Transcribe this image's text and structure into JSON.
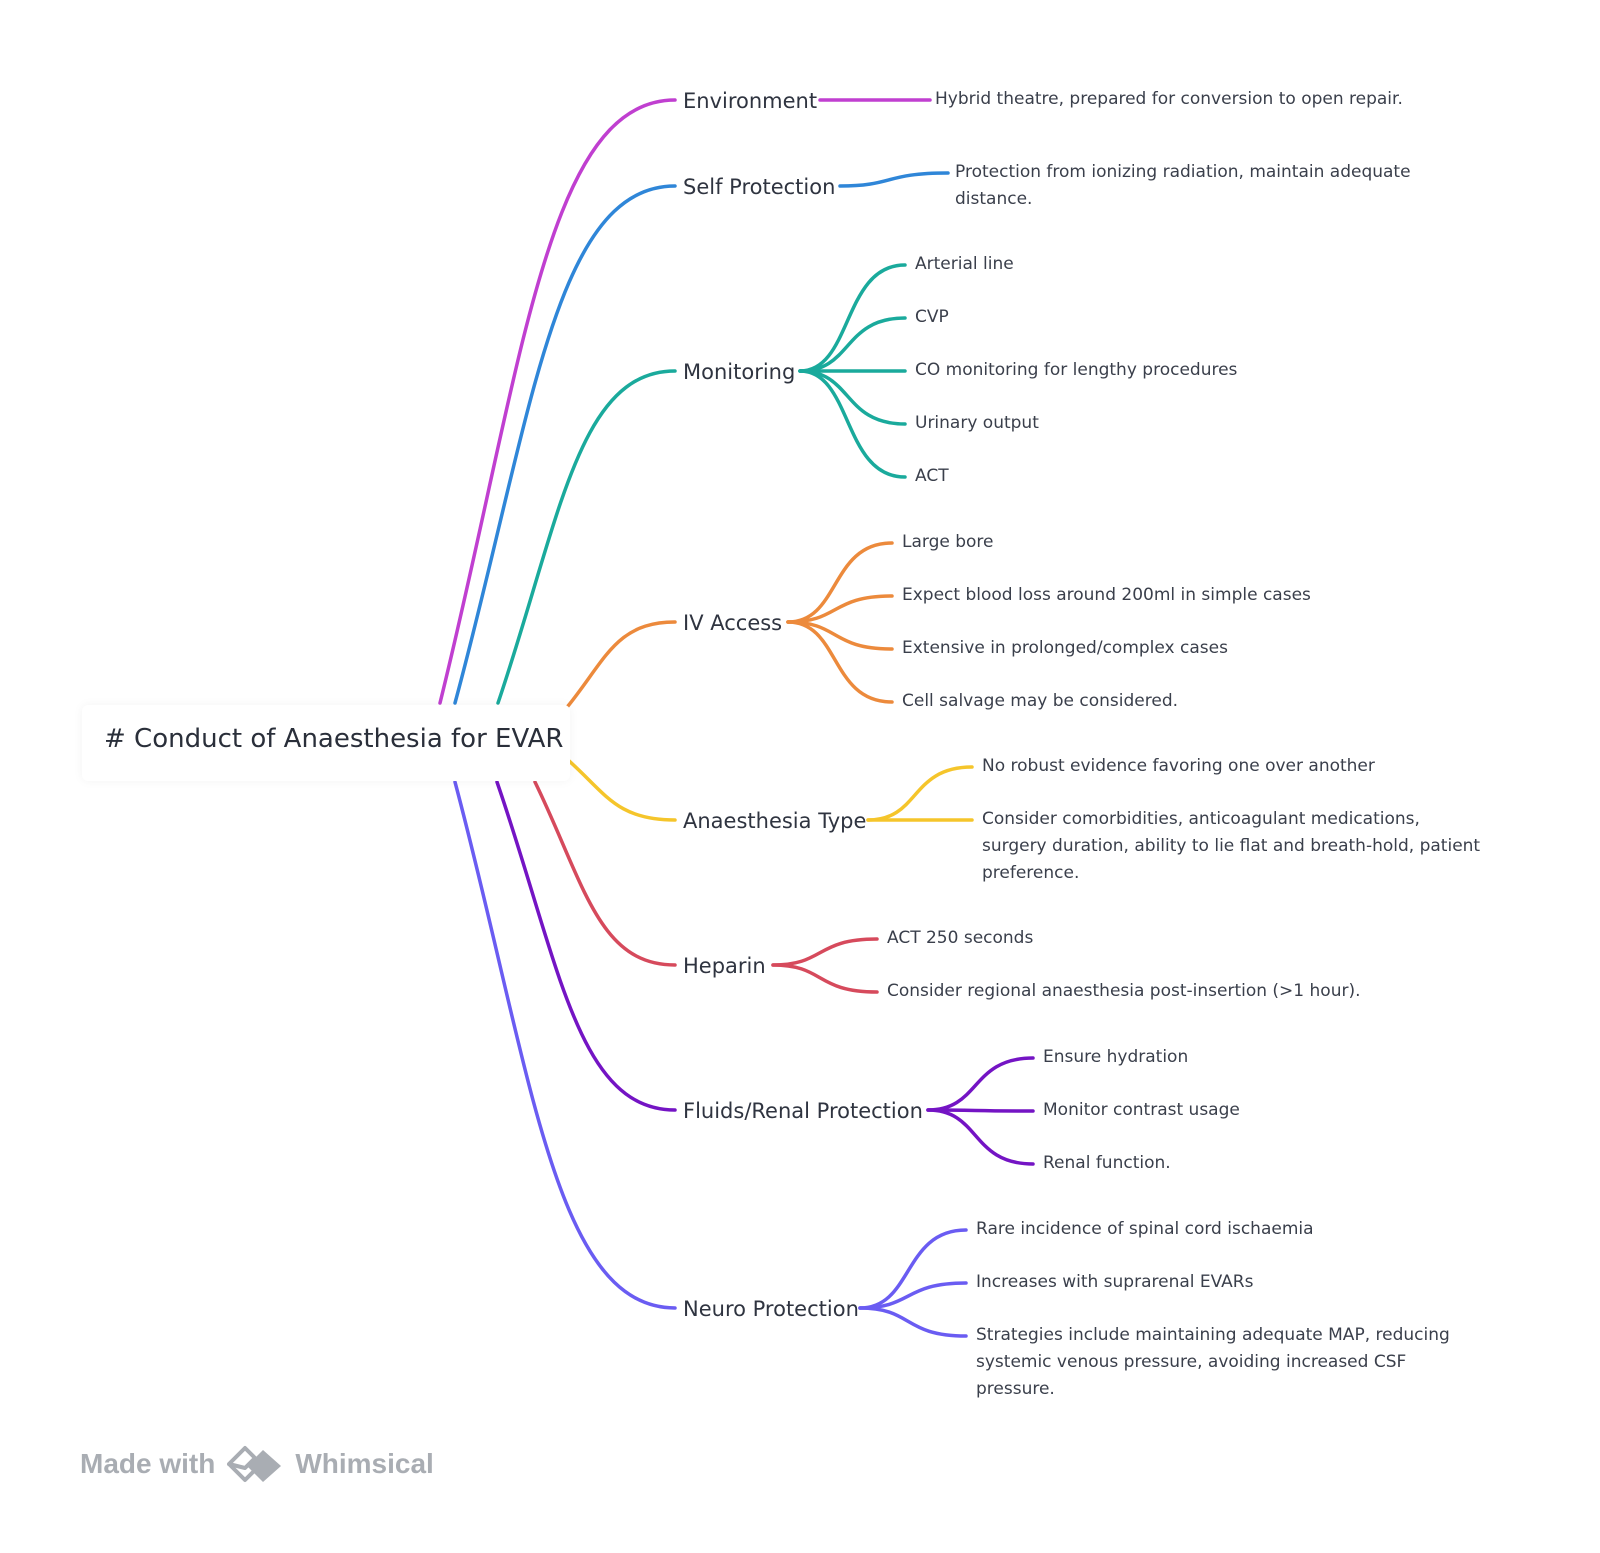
{
  "root": {
    "label": "# Conduct of Anaesthesia for EVAR"
  },
  "branches": [
    {
      "id": "environment",
      "label": "Environment",
      "color": "#c03fd0",
      "leaves": [
        "Hybrid theatre, prepared for conversion to open repair."
      ]
    },
    {
      "id": "self-protection",
      "label": "Self Protection",
      "color": "#2f86d8",
      "leaves": [
        "Protection from ionizing radiation, maintain adequate\ndistance."
      ]
    },
    {
      "id": "monitoring",
      "label": "Monitoring",
      "color": "#1aaa9c",
      "leaves": [
        "Arterial line",
        "CVP",
        "CO monitoring for lengthy procedures",
        "Urinary output",
        "ACT"
      ]
    },
    {
      "id": "iv-access",
      "label": "IV Access",
      "color": "#ec8a3c",
      "leaves": [
        "Large bore",
        "Expect blood loss around 200ml in simple cases",
        "Extensive in prolonged/complex cases",
        "Cell salvage may be considered."
      ]
    },
    {
      "id": "anaesthesia-type",
      "label": "Anaesthesia Type",
      "color": "#f5c52b",
      "leaves": [
        "No robust evidence favoring one over another",
        "Consider comorbidities, anticoagulant medications,\nsurgery duration, ability to lie flat and breath-hold, patient\npreference."
      ]
    },
    {
      "id": "heparin",
      "label": "Heparin",
      "color": "#d64a5c",
      "leaves": [
        "ACT 250 seconds",
        "Consider regional anaesthesia post-insertion (>1 hour)."
      ]
    },
    {
      "id": "fluids",
      "label": "Fluids/Renal Protection",
      "color": "#7414c4",
      "leaves": [
        "Ensure hydration",
        "Monitor contrast usage",
        "Renal function."
      ]
    },
    {
      "id": "neuro-protection",
      "label": "Neuro Protection",
      "color": "#6a5cf2",
      "leaves": [
        "Rare incidence of spinal cord ischaemia",
        "Increases with suprarenal EVARs",
        "Strategies include maintaining adequate MAP, reducing\nsystemic venous pressure, avoiding increased CSF\npressure."
      ]
    }
  ],
  "footer": {
    "made_with": "Made with",
    "brand": "Whimsical",
    "logo_icon": "whimsical-logo-icon"
  }
}
